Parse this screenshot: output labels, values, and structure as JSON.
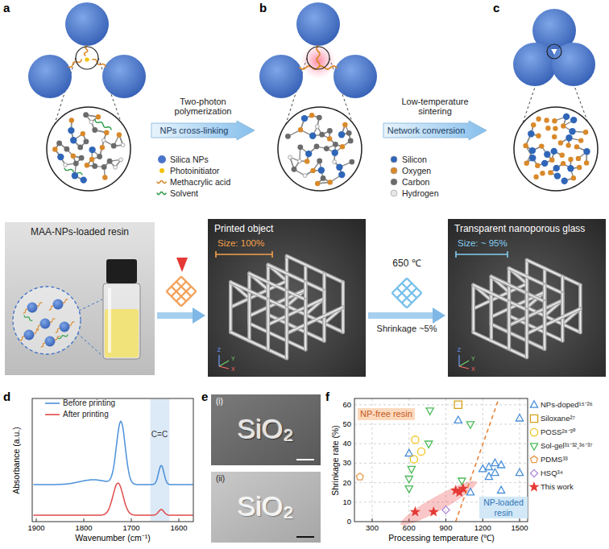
{
  "diagram": {
    "nodes": [
      {
        "text": [
          "MAA-NPs-loaded resin"
        ]
      },
      {
        "text": [
          "Printed object",
          "Size: 100%"
        ]
      },
      {
        "text": [
          "Transparent nanoporous glass",
          "Size: ~ 95%"
        ]
      },
      {
        "text": [
          "Two-photon polymerization",
          "NPs cross-linking"
        ]
      },
      {
        "text": [
          "Low-temperature sintering",
          "Network conversion"
        ]
      },
      {
        "text": [
          "NP-free resin"
        ]
      },
      {
        "text": [
          "NP-loaded resin"
        ]
      }
    ],
    "edges": [
      {
        "from": 0,
        "to": 1,
        "arrow": "to"
      },
      {
        "from": 1,
        "to": 2,
        "arrow": "to",
        "label": "650 ℃"
      }
    ],
    "labels": [
      "a",
      "b",
      "c",
      "Shrinkage ~5%",
      "Z",
      "Y",
      "X",
      "Z",
      "Y",
      "X",
      "d",
      "Absorbance (a.u.)",
      "Wavenumber (cm⁻¹)",
      "1900",
      "1800",
      "1700",
      "1600",
      "C=C",
      "e",
      "(i)",
      "SiO₂",
      "(ii)",
      "SiO₂",
      "f",
      "Shrinkage rate (%)",
      "Processing temperature (℃)",
      "0",
      "10",
      "20",
      "30",
      "40",
      "50",
      "60",
      "300",
      "600",
      "900",
      "1200",
      "1500"
    ],
    "legend": [
      {
        "text": "Silica NPs",
        "color": "#4a74c9"
      },
      {
        "text": "Photoinitiator",
        "color": "#f2c200"
      },
      {
        "text": "Methacrylic acid"
      },
      {
        "text": "Solvent"
      },
      {
        "text": "Silicon",
        "color": "#2f66b8"
      },
      {
        "text": "Oxygen",
        "color": "#d9892b"
      },
      {
        "text": "Carbon",
        "color": "#6b6b6b"
      },
      {
        "text": "Hydrogen",
        "color": "#e6e6e6"
      },
      {
        "text": "Before printing"
      },
      {
        "text": "After printing"
      },
      {
        "text": "NPs-doped¹⁵⁻²⁶"
      },
      {
        "text": "Siloxane²⁷"
      },
      {
        "text": "POSS²⁸⁻³⁰"
      },
      {
        "text": "Sol-gel³¹⁻³²,³⁶⁻³⁷"
      },
      {
        "text": "PDMS³³"
      },
      {
        "text": "HSQ³⁴"
      },
      {
        "text": "This work"
      }
    ]
  }
}
